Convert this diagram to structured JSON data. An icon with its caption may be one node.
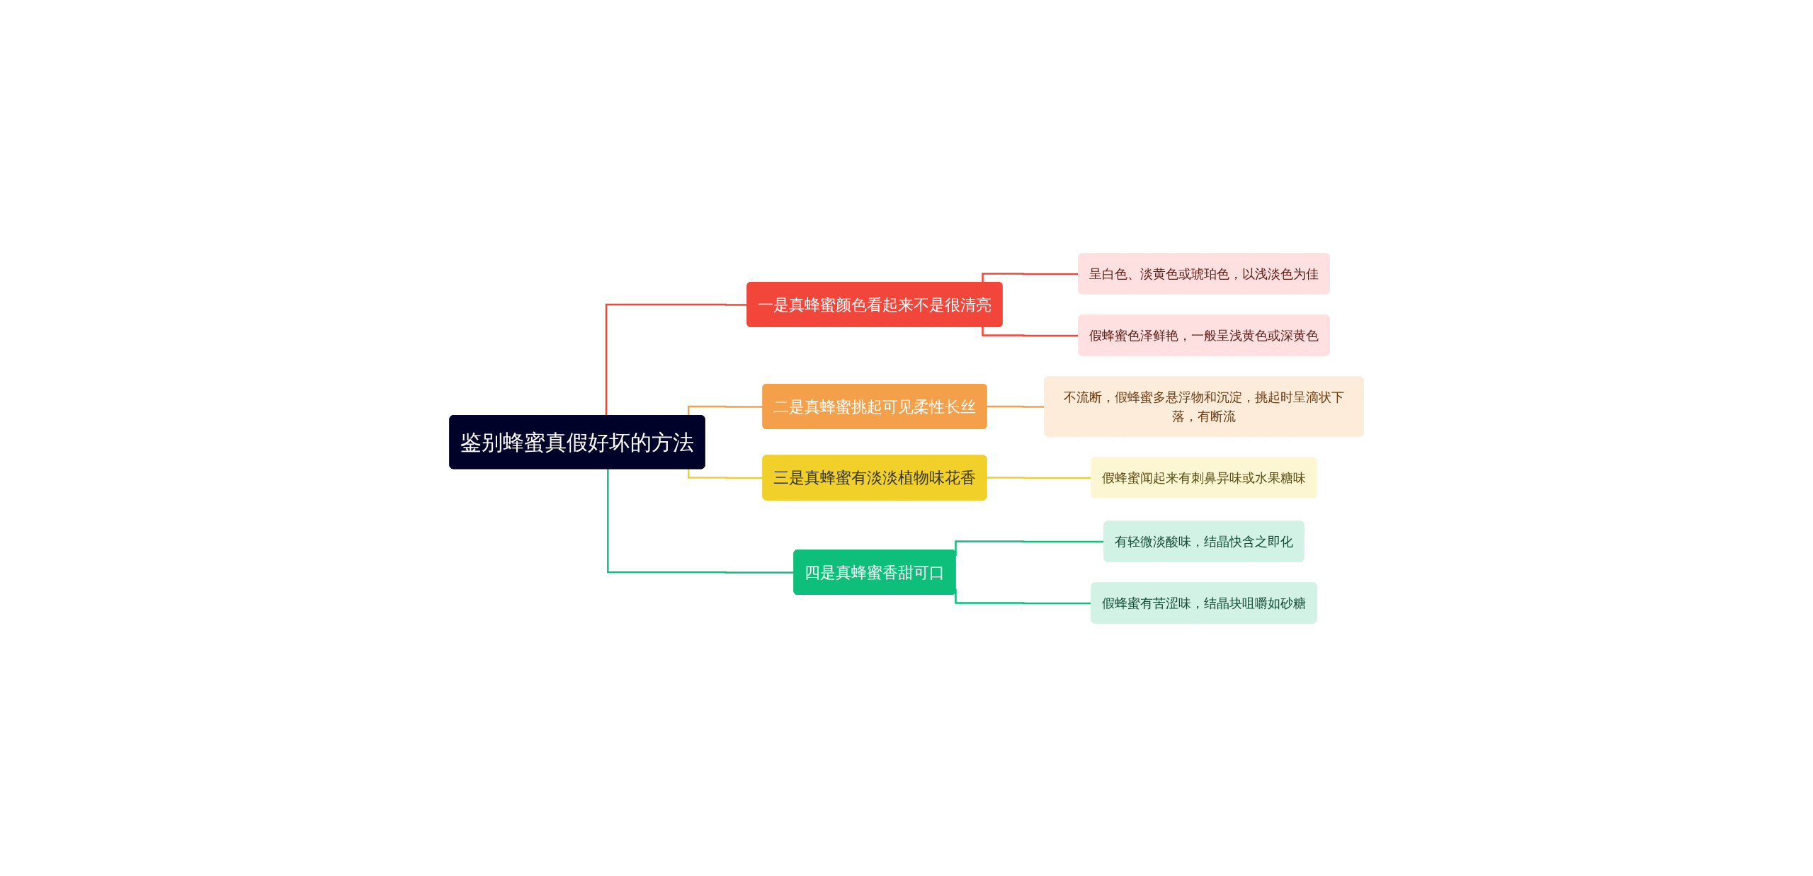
{
  "diagram": {
    "nodes": [
      {
        "text": [
          "鉴别蜂蜜真假好坏的方法"
        ]
      },
      {
        "text": [
          "一是真蜂蜜颜色看起来不是很清亮"
        ]
      },
      {
        "text": [
          "呈白色、淡黄色或琥珀色，以浅淡色为佳"
        ]
      },
      {
        "text": [
          "假蜂蜜色泽鲜艳，一般呈浅黄色或深黄色"
        ]
      },
      {
        "text": [
          "二是真蜂蜜挑起可见柔性长丝"
        ]
      },
      {
        "text": [
          "不流断，假蜂蜜多悬浮物和沉淀，挑起时呈滴状下落，有断流"
        ]
      },
      {
        "text": [
          "三是真蜂蜜有淡淡植物味花香"
        ]
      },
      {
        "text": [
          "假蜂蜜闻起来有刺鼻异味或水果糖味"
        ]
      },
      {
        "text": [
          "四是真蜂蜜香甜可口"
        ]
      },
      {
        "text": [
          "有轻微淡酸味，结晶快含之即化"
        ]
      },
      {
        "text": [
          "假蜂蜜有苦涩味，结晶块咀嚼如砂糖"
        ]
      }
    ],
    "edges": [
      {
        "from": 0,
        "to": 1,
        "arrow": "none",
        "color": "#f2463a"
      },
      {
        "from": 1,
        "to": 2,
        "arrow": "none",
        "color": "#f2463a"
      },
      {
        "from": 1,
        "to": 3,
        "arrow": "none",
        "color": "#f2463a"
      },
      {
        "from": 0,
        "to": 4,
        "arrow": "none",
        "color": "#f4a04a"
      },
      {
        "from": 4,
        "to": 5,
        "arrow": "none",
        "color": "#f4a04a"
      },
      {
        "from": 0,
        "to": 6,
        "arrow": "none",
        "color": "#f1d02a"
      },
      {
        "from": 6,
        "to": 7,
        "arrow": "none",
        "color": "#f1d02a"
      },
      {
        "from": 0,
        "to": 8,
        "arrow": "none",
        "color": "#0dbf7a"
      },
      {
        "from": 8,
        "to": 9,
        "arrow": "none",
        "color": "#0dbf7a"
      },
      {
        "from": 8,
        "to": 10,
        "arrow": "none",
        "color": "#0dbf7a"
      }
    ]
  }
}
